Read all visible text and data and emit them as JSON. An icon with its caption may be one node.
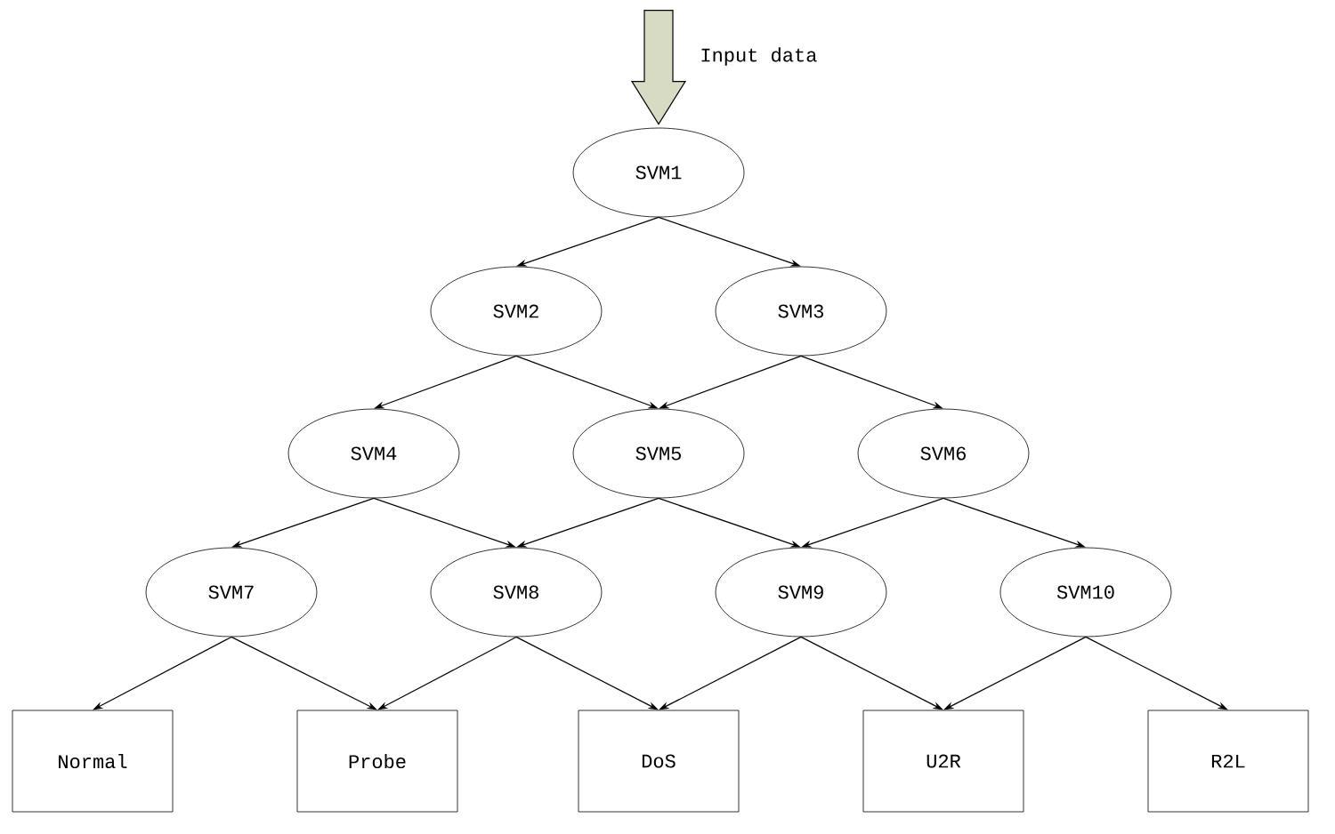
{
  "diagram": {
    "nodes": [
      {
        "text": [
          "SVM1"
        ]
      },
      {
        "text": [
          "SVM2"
        ]
      },
      {
        "text": [
          "SVM3"
        ]
      },
      {
        "text": [
          "SVM4"
        ]
      },
      {
        "text": [
          "SVM5"
        ]
      },
      {
        "text": [
          "SVM6"
        ]
      },
      {
        "text": [
          "SVM7"
        ]
      },
      {
        "text": [
          "SVM8"
        ]
      },
      {
        "text": [
          "SVM9"
        ]
      },
      {
        "text": [
          "SVM10"
        ]
      },
      {
        "text": [
          "Normal"
        ]
      },
      {
        "text": [
          "Probe"
        ]
      },
      {
        "text": [
          "DoS"
        ]
      },
      {
        "text": [
          "U2R"
        ]
      },
      {
        "text": [
          "R2L"
        ]
      }
    ],
    "edges": [
      {
        "from": null,
        "to": 0,
        "arrow": "to",
        "label": "Input data",
        "style": "thick",
        "color": "#d8dbc4"
      },
      {
        "from": 0,
        "to": 1,
        "arrow": "to"
      },
      {
        "from": 0,
        "to": 2,
        "arrow": "to"
      },
      {
        "from": 1,
        "to": 3,
        "arrow": "to"
      },
      {
        "from": 1,
        "to": 4,
        "arrow": "to"
      },
      {
        "from": 2,
        "to": 4,
        "arrow": "to"
      },
      {
        "from": 2,
        "to": 5,
        "arrow": "to"
      },
      {
        "from": 3,
        "to": 6,
        "arrow": "to"
      },
      {
        "from": 3,
        "to": 7,
        "arrow": "to"
      },
      {
        "from": 4,
        "to": 7,
        "arrow": "to"
      },
      {
        "from": 4,
        "to": 8,
        "arrow": "to"
      },
      {
        "from": 5,
        "to": 8,
        "arrow": "to"
      },
      {
        "from": 5,
        "to": 9,
        "arrow": "to"
      },
      {
        "from": 6,
        "to": 10,
        "arrow": "to"
      },
      {
        "from": 6,
        "to": 11,
        "arrow": "to"
      },
      {
        "from": 7,
        "to": 11,
        "arrow": "to"
      },
      {
        "from": 7,
        "to": 12,
        "arrow": "to"
      },
      {
        "from": 8,
        "to": 12,
        "arrow": "to"
      },
      {
        "from": 8,
        "to": 13,
        "arrow": "to"
      },
      {
        "from": 9,
        "to": 13,
        "arrow": "to"
      },
      {
        "from": 9,
        "to": 14,
        "arrow": "to"
      }
    ]
  }
}
